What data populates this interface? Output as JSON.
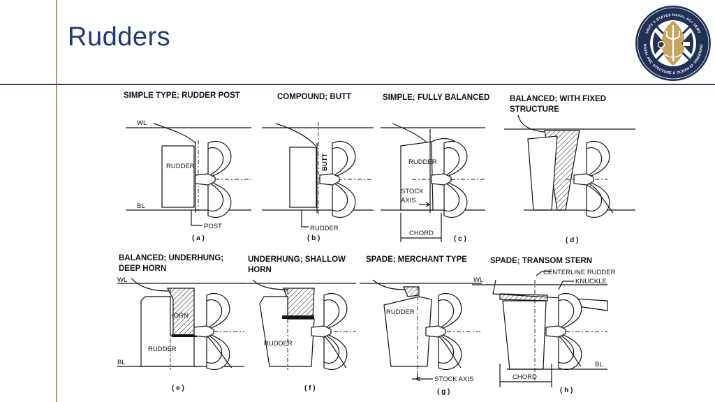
{
  "slide": {
    "title": "Rudders",
    "seal_text_top": "UNITED STATES NAVAL ACADEMY",
    "seal_text_bottom": "NAVAL ARCHITECTURE & OCEAN ENGINEERING"
  },
  "panels": {
    "a": {
      "title": "SIMPLE TYPE; RUDDER POST",
      "caption": "( a )",
      "labels": {
        "wl": "WL",
        "bl": "BL",
        "rudder": "RUDDER",
        "post": "POST"
      }
    },
    "b": {
      "title": "COMPOUND; BUTT",
      "caption": "( b )",
      "labels": {
        "butt": "BUTT",
        "rudder": "RUDDER"
      }
    },
    "c": {
      "title": "SIMPLE; FULLY BALANCED",
      "caption": "( c )",
      "labels": {
        "rudder": "RUDDER",
        "stock": "STOCK",
        "axis": "AXIS",
        "chord": "CHORD"
      }
    },
    "d": {
      "title_line1": "BALANCED; WITH FIXED",
      "title_line2": "STRUCTURE",
      "caption": "( d )"
    },
    "e": {
      "title_line1": "BALANCED; UNDERHUNG;",
      "title_line2": "DEEP HORN",
      "caption": "( e )",
      "labels": {
        "wl": "WL",
        "bl": "BL",
        "horn": "HORN",
        "rudder": "RUDDER"
      }
    },
    "f": {
      "title_line1": "UNDERHUNG; SHALLOW",
      "title_line2": "HORN",
      "caption": "( f )",
      "labels": {
        "rudder": "RUDDER"
      }
    },
    "g": {
      "title": "SPADE; MERCHANT TYPE",
      "caption": "( g )",
      "labels": {
        "rudder": "RUDDER",
        "stock_axis": "STOCK AXIS"
      }
    },
    "h": {
      "title": "SPADE; TRANSOM STERN",
      "caption": "( h )",
      "labels": {
        "wl": "WL",
        "centerline_rudder": "CENTERLINE RUDDER",
        "knuckle": "KNUCKLE",
        "bl": "BL",
        "chord": "CHORD"
      }
    }
  },
  "colors": {
    "title": "#1f3a73",
    "accent_line": "#b8955a",
    "rule_line": "#2d3e5f",
    "seal_navy": "#1f3156",
    "seal_gold": "#c8a45c"
  }
}
